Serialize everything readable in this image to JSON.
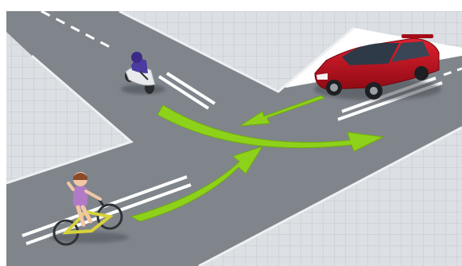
{
  "scene": {
    "kind": "road-intersection-illustration",
    "elements": [
      "motorcycle",
      "red-car",
      "bicycle-rider",
      "green-arrow-left-turn",
      "green-arrow-straight",
      "green-arrow-right-turn"
    ],
    "colors": {
      "road": "#7a7f86",
      "sidewalk": "#d8dbe0",
      "lane-marking": "#ffffff",
      "arrow": "#8ed11a",
      "car": "#c40f1c",
      "background": "#ffffff"
    }
  }
}
